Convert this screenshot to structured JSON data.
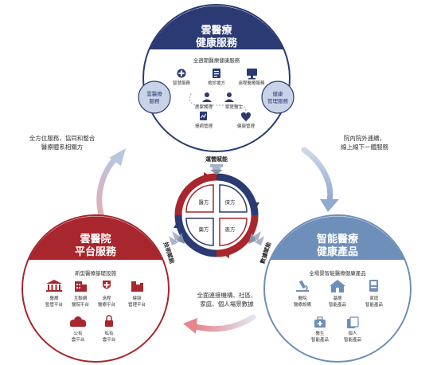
{
  "top_circle": {
    "title_line1": "雲醫療",
    "title_line2": "健康服務",
    "subtitle": "全週期醫療健康服務",
    "items": [
      "智慧服務",
      "檢診援方",
      "遠程醫療服務",
      "居家護理",
      "家庭醫生",
      "慢病管理",
      "健康管理"
    ],
    "left_badge_line1": "雲醫療",
    "left_badge_line2": "服務",
    "right_badge_line1": "健康",
    "right_badge_line2": "管理服務",
    "color": "#2b3a73"
  },
  "left_circle": {
    "title_line1": "雲醫院",
    "title_line2": "平台服務",
    "subtitle": "新型醫療基礎設施",
    "items_row1": [
      {
        "line1": "醫療",
        "line2": "監管平台"
      },
      {
        "line1": "互聯網",
        "line2": "醫院平台"
      },
      {
        "line1": "遠程",
        "line2": "醫療平台"
      },
      {
        "line1": "健康",
        "line2": "管理平台"
      }
    ],
    "items_row2": [
      {
        "line1": "公有",
        "line2": "雲平台"
      },
      {
        "line1": "私有",
        "line2": "雲平台"
      }
    ],
    "color": "#a8262d"
  },
  "right_circle": {
    "title_line1": "智能醫療",
    "title_line2": "健康產品",
    "subtitle": "全場景智能醫療健康產品",
    "items_row1": [
      {
        "line1": "醫院",
        "line2": "醫療設備"
      },
      {
        "line1": "基層",
        "line2": "智能產品"
      },
      {
        "line1": "家庭",
        "line2": "智能產品"
      }
    ],
    "items_row2": [
      {
        "line1": "醫生",
        "line2": "智能產品"
      },
      {
        "line1": "個人",
        "line2": "智能產品"
      }
    ],
    "color": "#6e8fba"
  },
  "center": {
    "quadrants": [
      "醫方",
      "保方",
      "藥方",
      "患方"
    ],
    "label_top": "運營賦能",
    "label_left": "技術賦能",
    "label_right": "數據賦能"
  },
  "flow_labels": {
    "left_line1": "全方位服務，協同和整合",
    "left_line2": "醫療體系相關方",
    "right_line1": "院內院外連續，",
    "right_line2": "線上線下一體服務",
    "bottom_line1": "全面連接機構、社區、",
    "bottom_line2": "家庭、個人場景數據"
  }
}
